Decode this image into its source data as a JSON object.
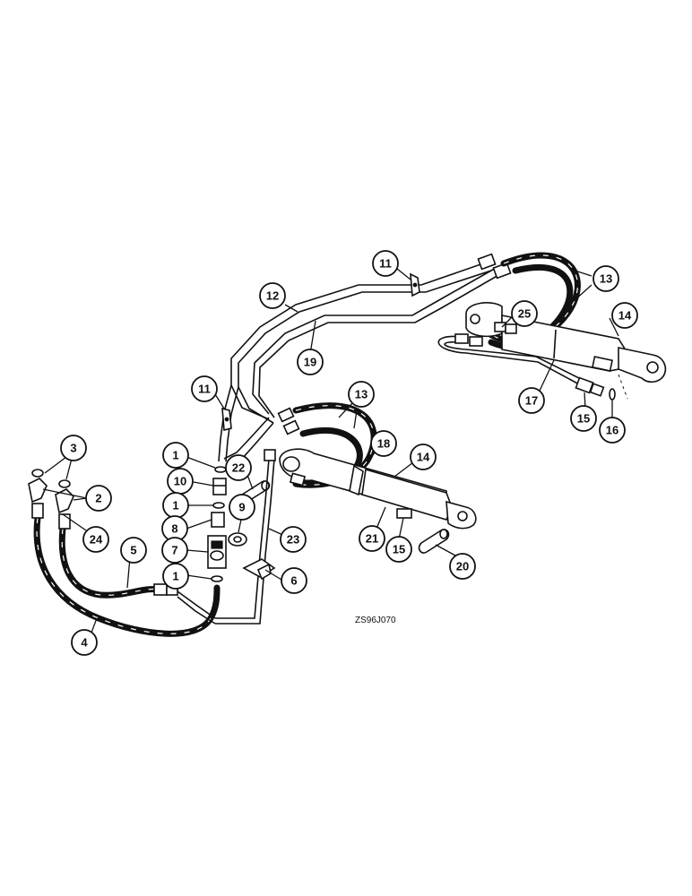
{
  "figure_code": "ZS96J070",
  "callouts": [
    {
      "id": "11a",
      "label": "11"
    },
    {
      "id": "12",
      "label": "12"
    },
    {
      "id": "13a",
      "label": "13"
    },
    {
      "id": "25",
      "label": "25"
    },
    {
      "id": "14a",
      "label": "14"
    },
    {
      "id": "19",
      "label": "19"
    },
    {
      "id": "11b",
      "label": "11"
    },
    {
      "id": "13b",
      "label": "13"
    },
    {
      "id": "17",
      "label": "17"
    },
    {
      "id": "15a",
      "label": "15"
    },
    {
      "id": "16",
      "label": "16"
    },
    {
      "id": "3",
      "label": "3"
    },
    {
      "id": "1a",
      "label": "1"
    },
    {
      "id": "18",
      "label": "18"
    },
    {
      "id": "14b",
      "label": "14"
    },
    {
      "id": "22",
      "label": "22"
    },
    {
      "id": "10",
      "label": "10"
    },
    {
      "id": "2",
      "label": "2"
    },
    {
      "id": "1b",
      "label": "1"
    },
    {
      "id": "9",
      "label": "9"
    },
    {
      "id": "24",
      "label": "24"
    },
    {
      "id": "8",
      "label": "8"
    },
    {
      "id": "23",
      "label": "23"
    },
    {
      "id": "21",
      "label": "21"
    },
    {
      "id": "15b",
      "label": "15"
    },
    {
      "id": "5",
      "label": "5"
    },
    {
      "id": "7",
      "label": "7"
    },
    {
      "id": "20",
      "label": "20"
    },
    {
      "id": "1c",
      "label": "1"
    },
    {
      "id": "6",
      "label": "6"
    },
    {
      "id": "4",
      "label": "4"
    }
  ]
}
